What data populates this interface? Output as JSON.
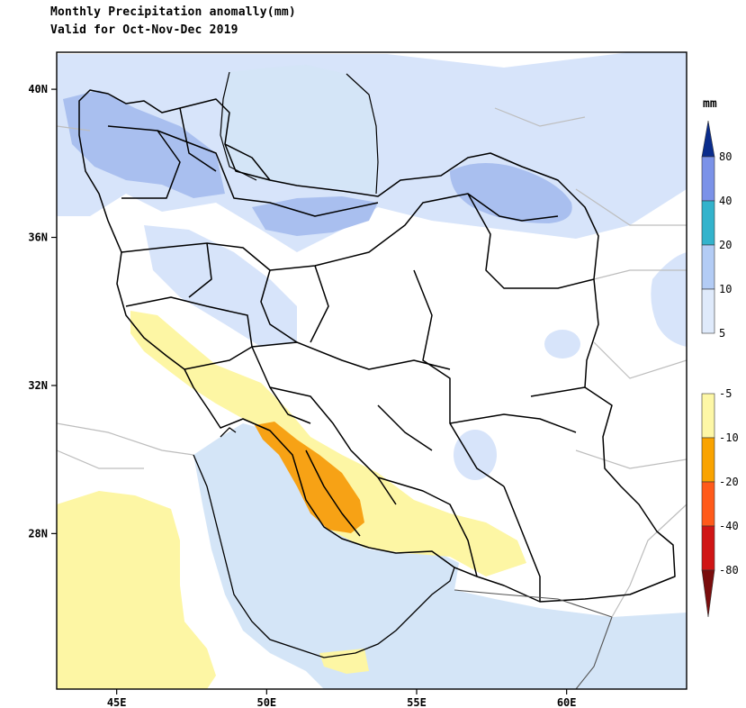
{
  "title": {
    "line1": "Monthly Precipitation anomally(mm)",
    "line2": "Valid for Oct-Nov-Dec 2019"
  },
  "map": {
    "lon_range": [
      43,
      64
    ],
    "lat_range": [
      23.8,
      41
    ],
    "x_ticks": [
      {
        "value": 45,
        "label": "45E"
      },
      {
        "value": 50,
        "label": "50E"
      },
      {
        "value": 55,
        "label": "55E"
      },
      {
        "value": 60,
        "label": "60E"
      }
    ],
    "y_ticks": [
      {
        "value": 40,
        "label": "40N"
      },
      {
        "value": 36,
        "label": "36N"
      },
      {
        "value": 32,
        "label": "32N"
      },
      {
        "value": 28,
        "label": "28N"
      }
    ]
  },
  "legend": {
    "unit": "mm",
    "wet_bins": [
      {
        "lower": 80,
        "label": "80",
        "color": "#0a2c8c"
      },
      {
        "lower": 40,
        "label": "40",
        "color": "#7b92e8"
      },
      {
        "lower": 20,
        "label": "20",
        "color": "#33b3cc"
      },
      {
        "lower": 10,
        "label": "10",
        "color": "#b3ccf5"
      },
      {
        "lower": 5,
        "label": "5",
        "color": "#dfeafb"
      }
    ],
    "dry_bins": [
      {
        "upper": -5,
        "label": "-5",
        "color": "#fdf7a6"
      },
      {
        "upper": -10,
        "label": "-10",
        "color": "#f9a300"
      },
      {
        "upper": -20,
        "label": "-20",
        "color": "#ff5a1a"
      },
      {
        "upper": -40,
        "label": "-40",
        "color": "#d01515"
      },
      {
        "upper": -80,
        "label": "-80",
        "color": "#7a0d0d"
      }
    ]
  },
  "colors": {
    "sea": "#d4e5f7",
    "wet_light": "#d7e4fa",
    "wet_medium": "#a9bfef",
    "dry_light": "#fdf6a4",
    "dry_medium": "#f7a215",
    "border": "#000000",
    "neighbor_border": "#bdbdbd"
  }
}
